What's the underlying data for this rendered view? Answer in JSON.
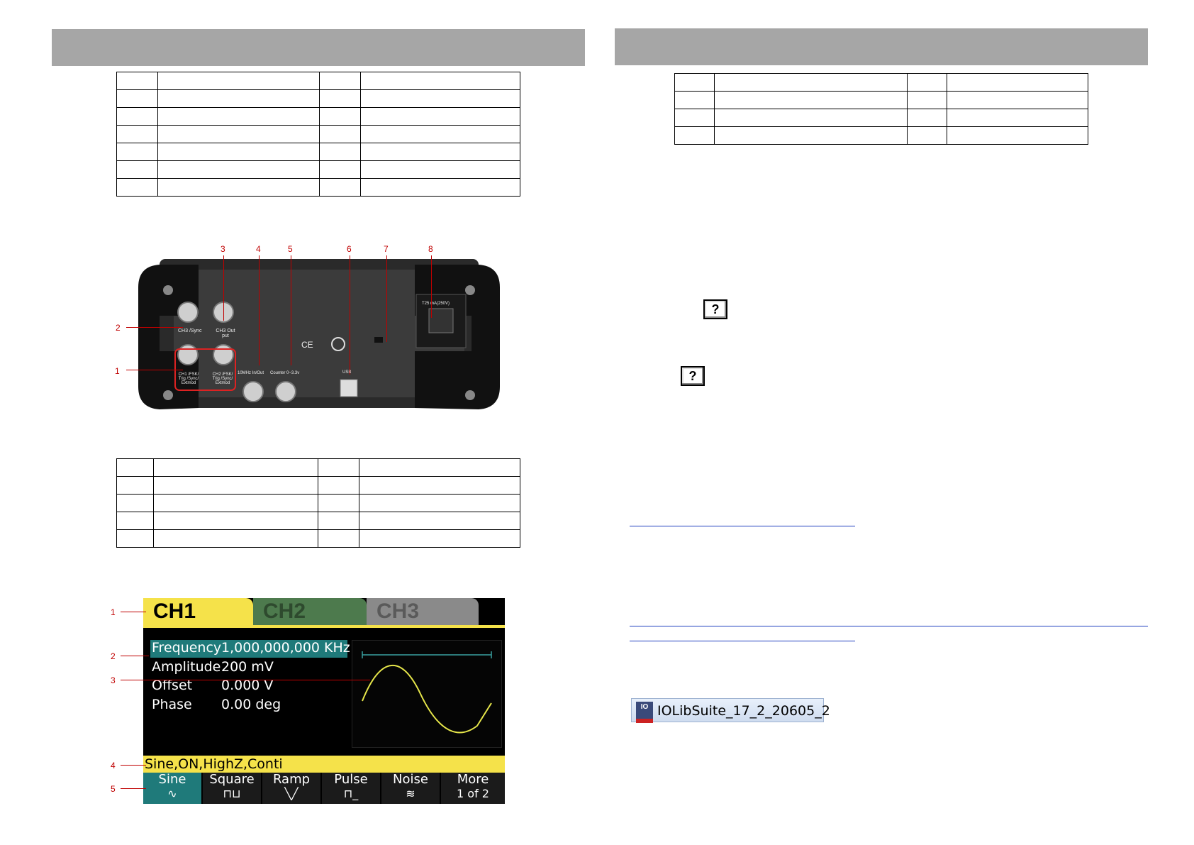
{
  "left_page": {
    "table_top": {
      "rows": 7
    },
    "rear_panel": {
      "callouts": [
        "1",
        "2",
        "3",
        "4",
        "5",
        "6",
        "7",
        "8"
      ],
      "labels": {
        "ch3_sync": "CH3 /Sync",
        "ch3_output": "CH3 Out put",
        "ch1": "CH1 /FSK/ Trig /Sync/ Extmod",
        "ch2": "CH2 /FSK/ Trig /Sync/ Extmod",
        "ten_mhz": "10MHz In/Out",
        "counter": "Counter 0~3.3v",
        "usb": "USB",
        "fuse": "T25 mA(250V)"
      }
    },
    "table_bottom": {
      "rows": 5
    },
    "screen": {
      "callouts": [
        "1",
        "2",
        "3",
        "4",
        "5"
      ],
      "tabs": [
        "CH1",
        "CH2",
        "CH3"
      ],
      "params": [
        {
          "label": "Frequency",
          "value": "1,000,000,000 KHz"
        },
        {
          "label": "Amplitude",
          "value": "200 mV"
        },
        {
          "label": "Offset",
          "value": "0.000 V"
        },
        {
          "label": "Phase",
          "value": "0.00 deg"
        }
      ],
      "status": "Sine,ON,HighZ,Conti",
      "softkeys": [
        {
          "label": "Sine",
          "symbol": "∿"
        },
        {
          "label": "Square",
          "symbol": "⊓⊔"
        },
        {
          "label": "Ramp",
          "symbol": "╲╱"
        },
        {
          "label": "Pulse",
          "symbol": "⊓_"
        },
        {
          "label": "Noise",
          "symbol": "≋"
        },
        {
          "label": "More",
          "symbol": "1 of 2"
        }
      ]
    }
  },
  "right_page": {
    "table_top": {
      "rows": 4
    },
    "help_button_label": "?",
    "iolib_label": "IOLibSuite_17_2_20605_2",
    "iolib_icon": "IO"
  },
  "colors": {
    "header": "#a6a6a6",
    "ch1_tab": "#f5e24a",
    "ch2_tab": "#4d7a4d",
    "ch3_tab": "#8a8a8a",
    "param_highlight": "#1f7a7a",
    "status_bar": "#f5e24a",
    "softkey_active": "#1f7a7a",
    "sine": "#e6e64a",
    "callout": "#c00000",
    "link": "#1f3fbf"
  }
}
